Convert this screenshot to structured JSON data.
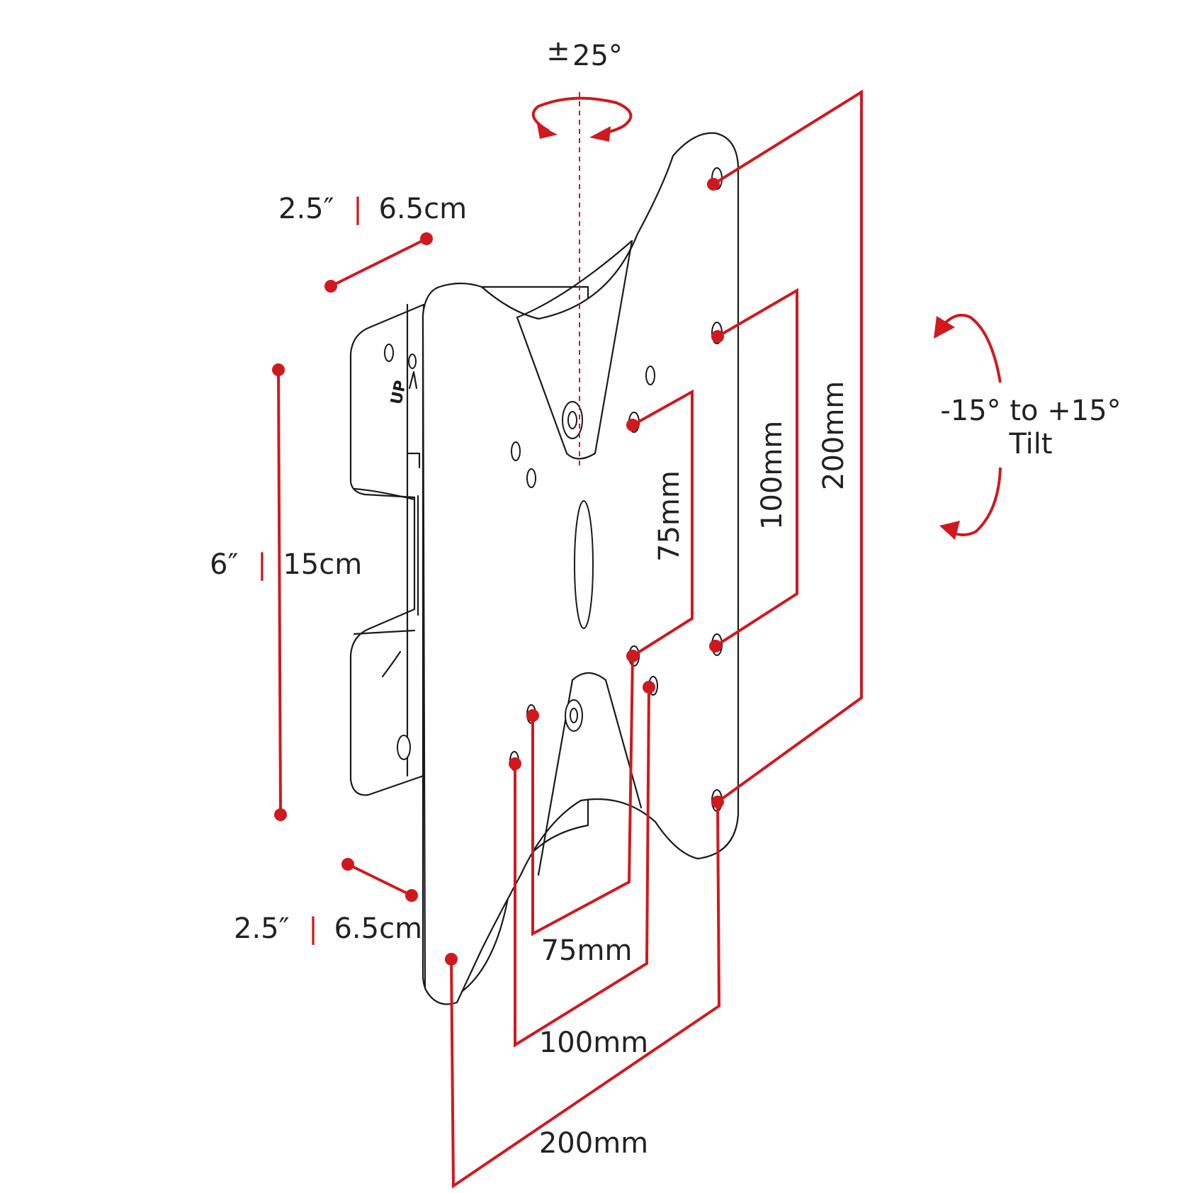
{
  "colors": {
    "accent": "#d0191f",
    "line": "#1a1a1a",
    "text": "#222222",
    "background": "#ffffff"
  },
  "swivel": {
    "plusminus": "±",
    "value": "25°"
  },
  "tilt": {
    "range": "-15° to +15°",
    "word": "Tilt"
  },
  "arm_top": {
    "inches": "2.5″",
    "cm": "6.5cm"
  },
  "arm_bottom": {
    "inches": "2.5″",
    "cm": "6.5cm"
  },
  "height": {
    "inches": "6″",
    "cm": "15cm"
  },
  "vesa_vertical": {
    "small": "75mm",
    "medium": "100mm",
    "large": "200mm"
  },
  "vesa_horizontal": {
    "small": "75mm",
    "medium": "100mm",
    "large": "200mm"
  },
  "plate_marking": "UP"
}
